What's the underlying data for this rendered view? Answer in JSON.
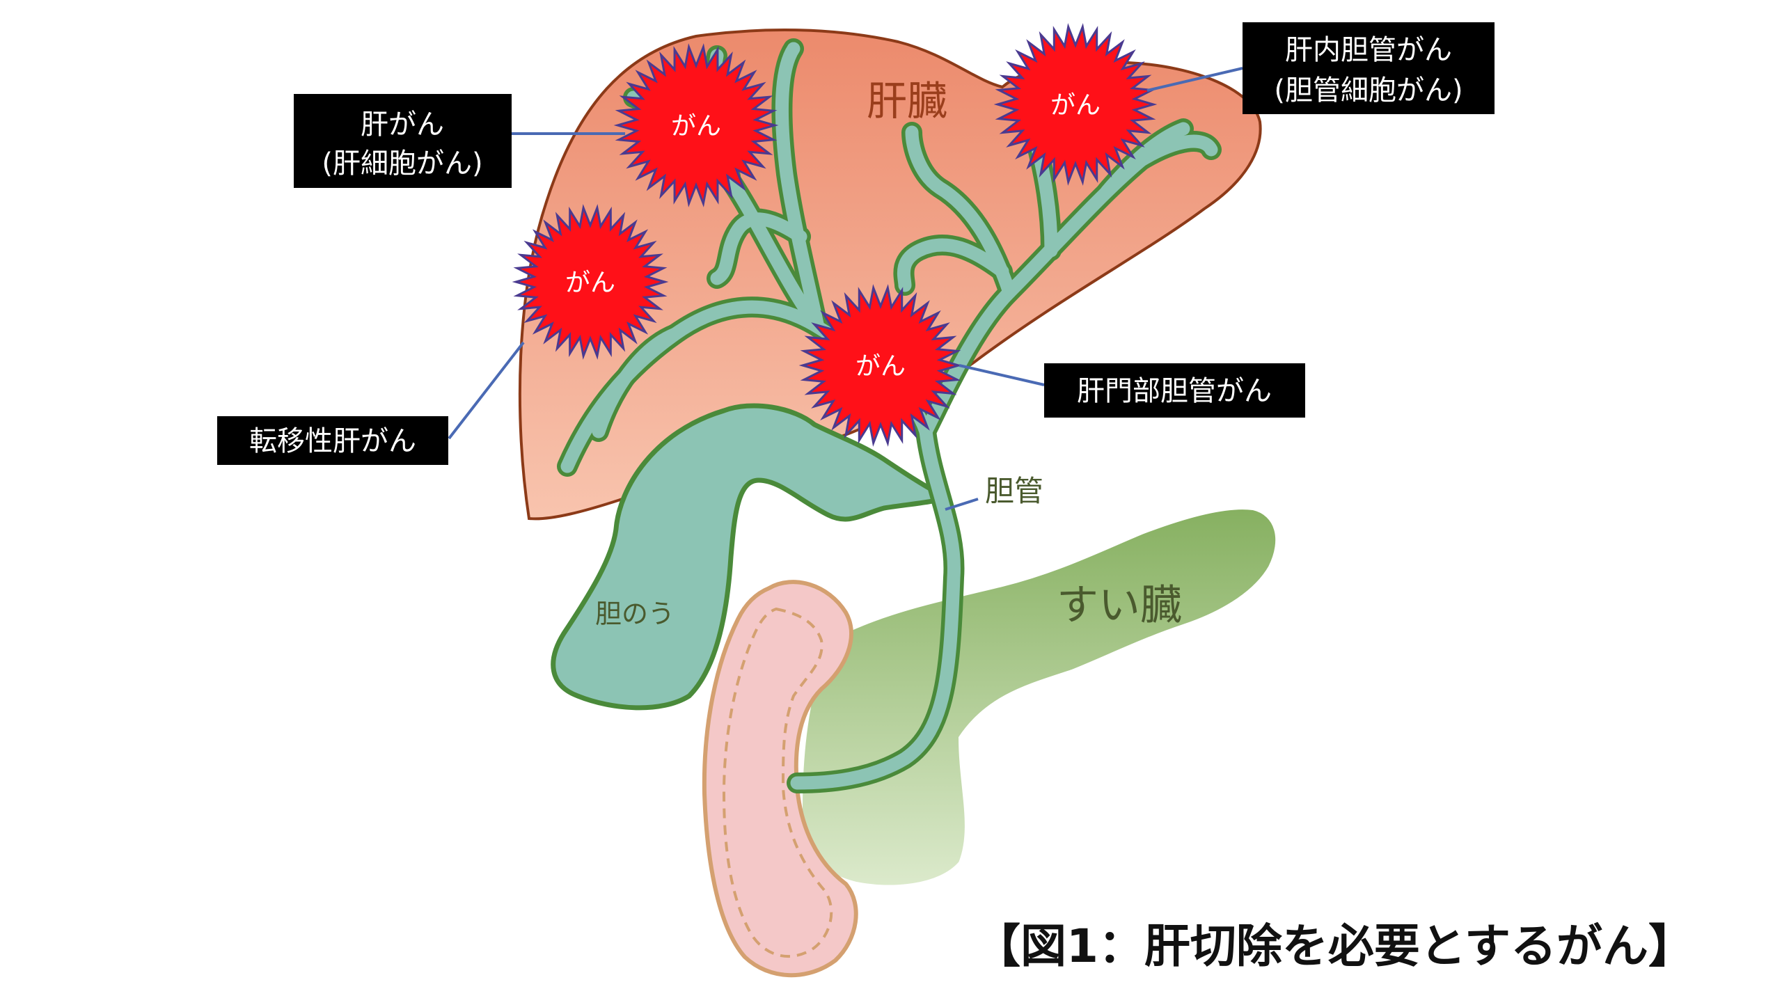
{
  "labels": {
    "liver": "肝臓",
    "pancreas": "すい臓",
    "gallbladder": "胆のう",
    "bile_duct": "胆管",
    "cancer": "がん"
  },
  "callouts": {
    "hcc_line1": "肝がん",
    "hcc_line2": "(肝細胞がん)",
    "icc_line1": "肝内胆管がん",
    "icc_line2": "(胆管細胞がん)",
    "hilar": "肝門部胆管がん",
    "metastatic": "転移性肝がん"
  },
  "caption": "【図1：肝切除を必要とするがん】",
  "colors": {
    "liver_fill_top": "#ec8a6c",
    "liver_fill_bottom": "#f8c4ae",
    "liver_stroke": "#8c3a18",
    "duct_fill": "#8cc4b4",
    "duct_stroke": "#4a8a3a",
    "pancreas_fill_top": "#8cb464",
    "pancreas_fill_bottom": "#d8e8c4",
    "duodenum_fill": "#f4c8c8",
    "duodenum_stroke": "#d4a070",
    "tumor_fill": "#ff1018",
    "tumor_stroke": "#4a3a90",
    "callout_box": "#000000",
    "leader_line": "#4a6ab4"
  }
}
